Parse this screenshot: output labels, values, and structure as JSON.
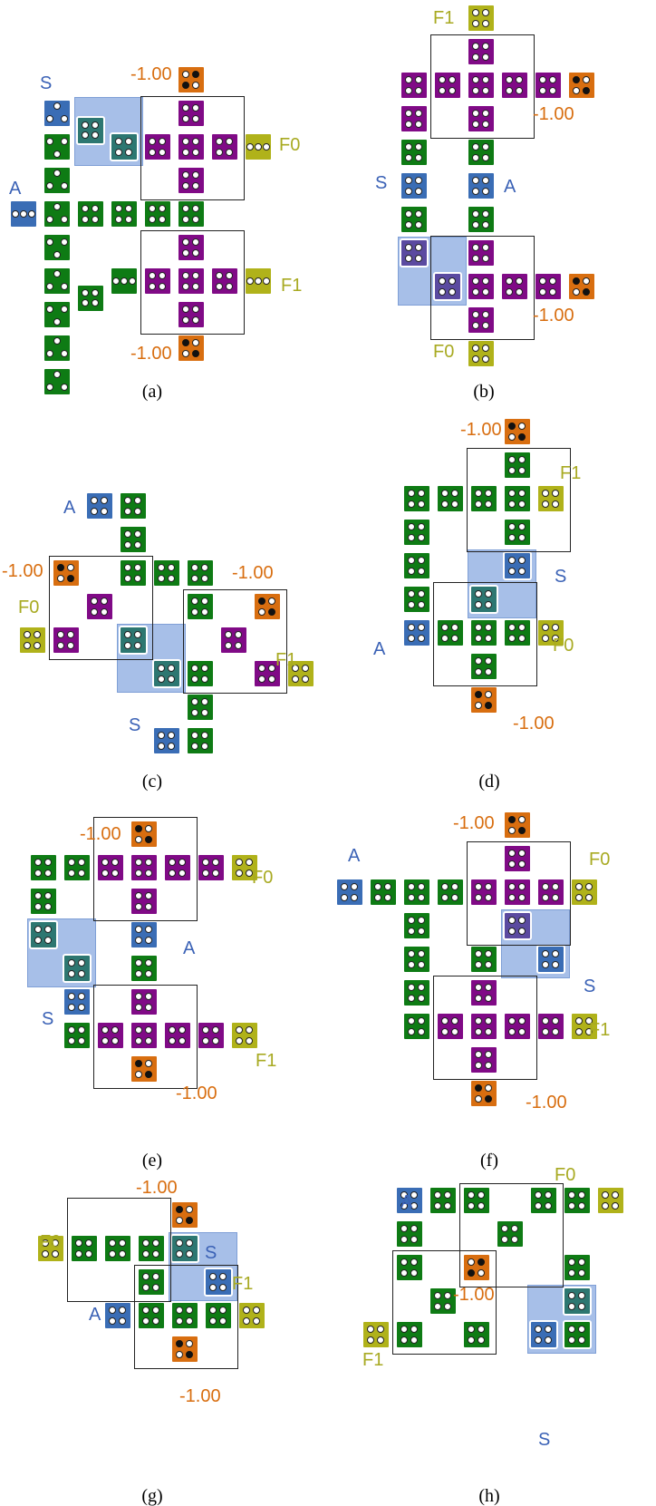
{
  "colors": {
    "green": "#0e7b14",
    "purple": "#800a86",
    "blue": "#3a6db5",
    "orange": "#d86e10",
    "olive": "#b0b21a",
    "teal": "#2d7771",
    "violet": "#5b4aa0",
    "highlight": "#a7bfe8",
    "label_blue": "#3b62b6",
    "label_orange": "#d86e10",
    "label_olive": "#a8aa22"
  },
  "panels": [
    {
      "id": "a",
      "caption": "(a)",
      "labels": [
        {
          "t": "S",
          "c": "blue"
        },
        {
          "t": "A",
          "c": "blue"
        },
        {
          "t": "F0",
          "c": "olive"
        },
        {
          "t": "F1",
          "c": "olive"
        },
        {
          "t": "-1.00",
          "c": "orange"
        },
        {
          "t": "-1.00",
          "c": "orange"
        }
      ]
    },
    {
      "id": "b",
      "caption": "(b)",
      "labels": [
        {
          "t": "F1",
          "c": "olive"
        },
        {
          "t": "S",
          "c": "blue"
        },
        {
          "t": "A",
          "c": "blue"
        },
        {
          "t": "F0",
          "c": "olive"
        },
        {
          "t": "-1.00",
          "c": "orange"
        },
        {
          "t": "-1.00",
          "c": "orange"
        }
      ]
    },
    {
      "id": "c",
      "caption": "(c)",
      "labels": [
        {
          "t": "A",
          "c": "blue"
        },
        {
          "t": "F0",
          "c": "olive"
        },
        {
          "t": "F1",
          "c": "olive"
        },
        {
          "t": "S",
          "c": "blue"
        },
        {
          "t": "-1.00",
          "c": "orange"
        },
        {
          "t": "-1.00",
          "c": "orange"
        }
      ]
    },
    {
      "id": "d",
      "caption": "(d)",
      "labels": [
        {
          "t": "F1",
          "c": "olive"
        },
        {
          "t": "S",
          "c": "blue"
        },
        {
          "t": "A",
          "c": "blue"
        },
        {
          "t": "F0",
          "c": "olive"
        },
        {
          "t": "-1.00",
          "c": "orange"
        },
        {
          "t": "-1.00",
          "c": "orange"
        }
      ]
    },
    {
      "id": "e",
      "caption": "(e)",
      "labels": [
        {
          "t": "F0",
          "c": "olive"
        },
        {
          "t": "A",
          "c": "blue"
        },
        {
          "t": "S",
          "c": "blue"
        },
        {
          "t": "F1",
          "c": "olive"
        },
        {
          "t": "-1.00",
          "c": "orange"
        },
        {
          "t": "-1.00",
          "c": "orange"
        }
      ]
    },
    {
      "id": "f",
      "caption": "(f)",
      "labels": [
        {
          "t": "A",
          "c": "blue"
        },
        {
          "t": "F0",
          "c": "olive"
        },
        {
          "t": "S",
          "c": "blue"
        },
        {
          "t": "F1",
          "c": "olive"
        },
        {
          "t": "-1.00",
          "c": "orange"
        },
        {
          "t": "-1.00",
          "c": "orange"
        }
      ]
    },
    {
      "id": "g",
      "caption": "(g)",
      "labels": [
        {
          "t": "F0",
          "c": "olive"
        },
        {
          "t": "S",
          "c": "blue"
        },
        {
          "t": "F1",
          "c": "olive"
        },
        {
          "t": "A",
          "c": "blue"
        },
        {
          "t": "-1.00",
          "c": "orange"
        },
        {
          "t": "-1.00",
          "c": "orange"
        }
      ]
    },
    {
      "id": "h",
      "caption": "(h)",
      "labels": [
        {
          "t": "A",
          "c": "blue"
        },
        {
          "t": "F0",
          "c": "olive"
        },
        {
          "t": "F1",
          "c": "olive"
        },
        {
          "t": "S",
          "c": "blue"
        },
        {
          "t": "-1.00",
          "c": "orange"
        }
      ]
    }
  ]
}
